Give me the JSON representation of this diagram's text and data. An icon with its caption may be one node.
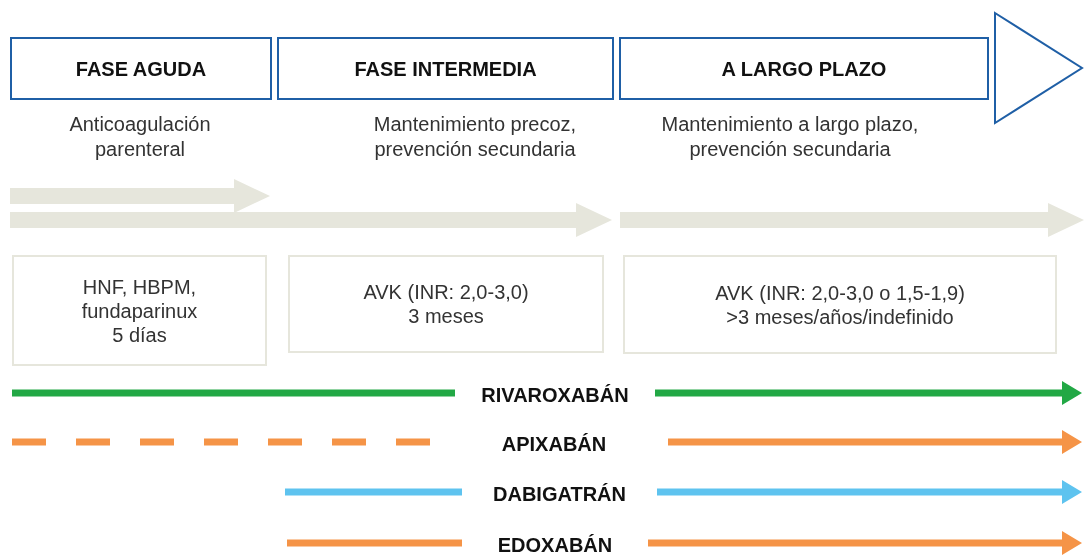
{
  "diagram": {
    "nodes": [
      {
        "text": [
          "FASE AGUDA"
        ],
        "beside": [
          "Anticoagulación parenteral"
        ]
      },
      {
        "text": [
          "FASE INTERMEDIA"
        ],
        "beside": [
          "Mantenimiento precoz, prevención secundaria"
        ]
      },
      {
        "text": [
          "A LARGO PLAZO"
        ],
        "beside": [
          "Mantenimiento a largo plazo, prevención secundaria"
        ]
      },
      {
        "text": [],
        "shape": "triangle"
      },
      {
        "text": [
          "HNF, HBPM, fundaparinux",
          "5 días"
        ]
      },
      {
        "text": [
          "AVK (INR: 2,0-3,0)",
          "3 meses"
        ]
      },
      {
        "text": [
          "AVK (INR: 2,0-3,0 o 1,5-1,9)",
          ">3 meses/años/indefinido"
        ]
      }
    ],
    "labels": [
      "RIVAROXABÁN",
      "APIXABÁN",
      "DABIGATRÁN",
      "EDOXABÁN"
    ]
  }
}
